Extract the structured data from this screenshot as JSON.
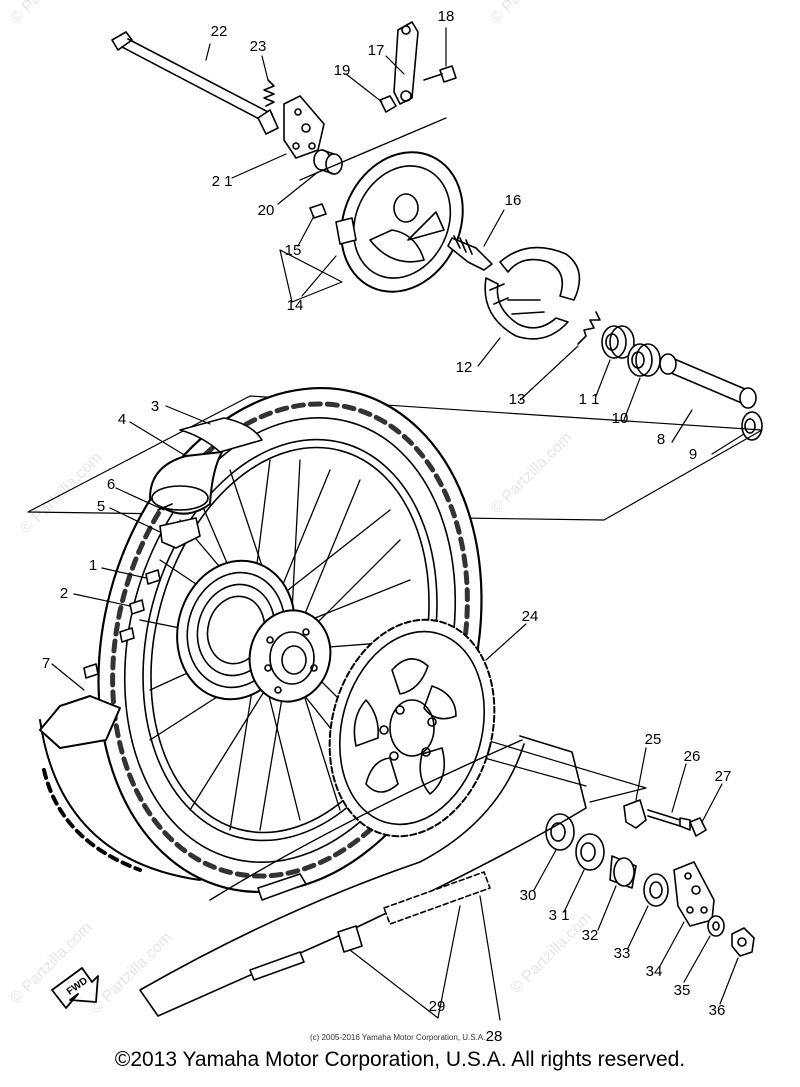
{
  "watermark": "© Partzilla.com",
  "callouts": [
    {
      "label": "1"
    },
    {
      "label": "2"
    },
    {
      "label": "3"
    },
    {
      "label": "4"
    },
    {
      "label": "5"
    },
    {
      "label": "6"
    },
    {
      "label": "7"
    },
    {
      "label": "8"
    },
    {
      "label": "9"
    },
    {
      "label": "10"
    },
    {
      "label": "1 1"
    },
    {
      "label": "12"
    },
    {
      "label": "13"
    },
    {
      "label": "14"
    },
    {
      "label": "15"
    },
    {
      "label": "16"
    },
    {
      "label": "17"
    },
    {
      "label": "18"
    },
    {
      "label": "19"
    },
    {
      "label": "20"
    },
    {
      "label": "2 1"
    },
    {
      "label": "22"
    },
    {
      "label": "23"
    },
    {
      "label": "24"
    },
    {
      "label": "25"
    },
    {
      "label": "26"
    },
    {
      "label": "27"
    },
    {
      "label": "28"
    },
    {
      "label": "29"
    },
    {
      "label": "30"
    },
    {
      "label": "3 1"
    },
    {
      "label": "32"
    },
    {
      "label": "33"
    },
    {
      "label": "34"
    },
    {
      "label": "35"
    },
    {
      "label": "36"
    }
  ],
  "fwd_label": "FWD",
  "small_copyright": "(c) 2005-2016 Yamaha Motor Corporation, U.S.A.",
  "copyright": "©2013 Yamaha Motor Corporation, U.S.A. All rights reserved.",
  "colors": {
    "line": "#000000",
    "watermark": "#e6e6e6",
    "background": "#ffffff"
  }
}
